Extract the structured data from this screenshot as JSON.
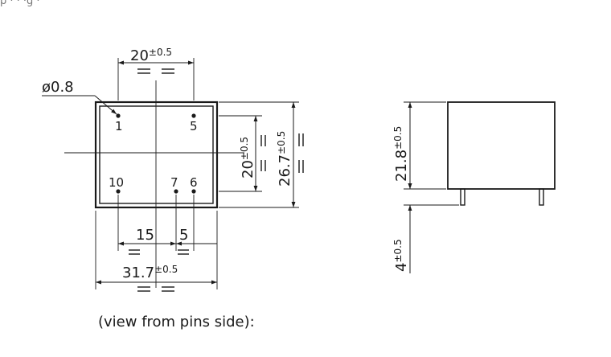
{
  "top_clipped_text": "p · · ·g ·",
  "front_view": {
    "top_dim": {
      "value": "20",
      "tol": "±0.5"
    },
    "hole_dia": "ø0.8",
    "pins": [
      {
        "label": "1"
      },
      {
        "label": "5"
      },
      {
        "label": "10"
      },
      {
        "label": "7"
      },
      {
        "label": "6"
      }
    ],
    "right_inner_dim": {
      "value": "20",
      "tol": "±0.5"
    },
    "right_outer_dim": {
      "value": "26.7",
      "tol": "±0.5"
    },
    "bottom_dim_a": "15",
    "bottom_dim_b": "5",
    "bottom_total": {
      "value": "31.7",
      "tol": "±0.5"
    }
  },
  "side_view": {
    "height_dim": {
      "value": "21.8",
      "tol": "±0.5"
    },
    "pin_dim": {
      "value": "4",
      "tol": "±0.5"
    }
  },
  "caption": "(view from pins side):"
}
